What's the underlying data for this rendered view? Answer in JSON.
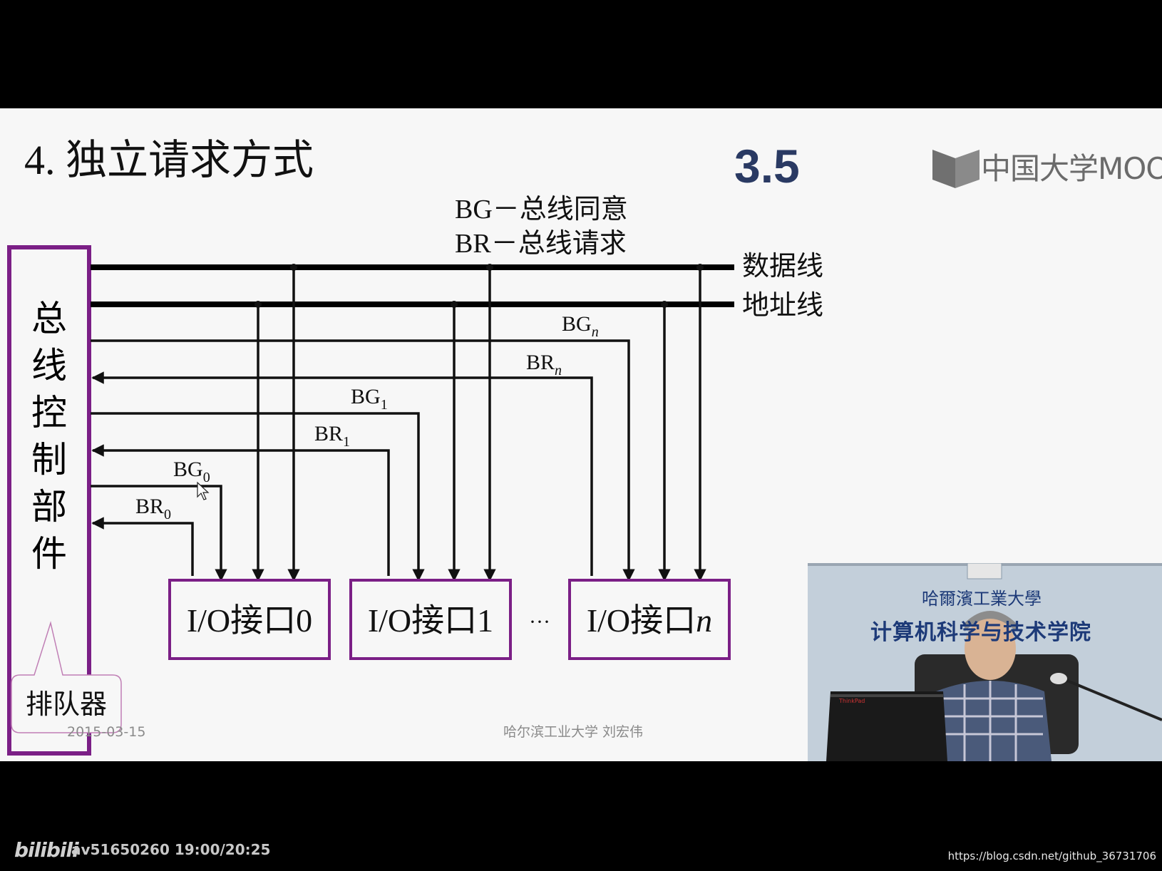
{
  "slide": {
    "title": "4. 独立请求方式",
    "section_number": "3.5",
    "logo_text": "中国大学MOOC",
    "legend_bg": "BG－总线同意",
    "legend_br": "BR－总线请求",
    "controller_chars": [
      "总",
      "线",
      "控",
      "制",
      "部",
      "件"
    ],
    "queue_label": "排队器",
    "data_line_label": "数据线",
    "address_line_label": "地址线",
    "signals": {
      "bg_n": {
        "main": "BG",
        "sub": "n"
      },
      "br_n": {
        "main": "BR",
        "sub": "n"
      },
      "bg_1": {
        "main": "BG",
        "sub": "1"
      },
      "br_1": {
        "main": "BR",
        "sub": "1"
      },
      "bg_0": {
        "main": "BG",
        "sub": "0"
      },
      "br_0": {
        "main": "BR",
        "sub": "0"
      }
    },
    "io_boxes": [
      {
        "prefix": "I/O接口",
        "suffix": "0"
      },
      {
        "prefix": "I/O接口",
        "suffix": "1"
      },
      {
        "prefix": "I/O接口",
        "suffix": "n"
      }
    ],
    "ellipsis": "···",
    "footer_date": "2015-03-15",
    "footer_author": "哈尔滨工业大学   刘宏伟"
  },
  "video_inset": {
    "university": "哈爾濱工業大學",
    "college": "计算机科学与技术学院"
  },
  "bottom_bar": {
    "platform_logo": "bilibili",
    "video_info": "av51650260 19:00/20:25",
    "url": "https://blog.csdn.net/github_36731706"
  },
  "colors": {
    "controller_border": "#7b1f86",
    "io_border": "#7b1f86",
    "queue_border": "#c07fb5",
    "section_number": "#2a3a63",
    "slide_background": "#f7f7f7"
  }
}
